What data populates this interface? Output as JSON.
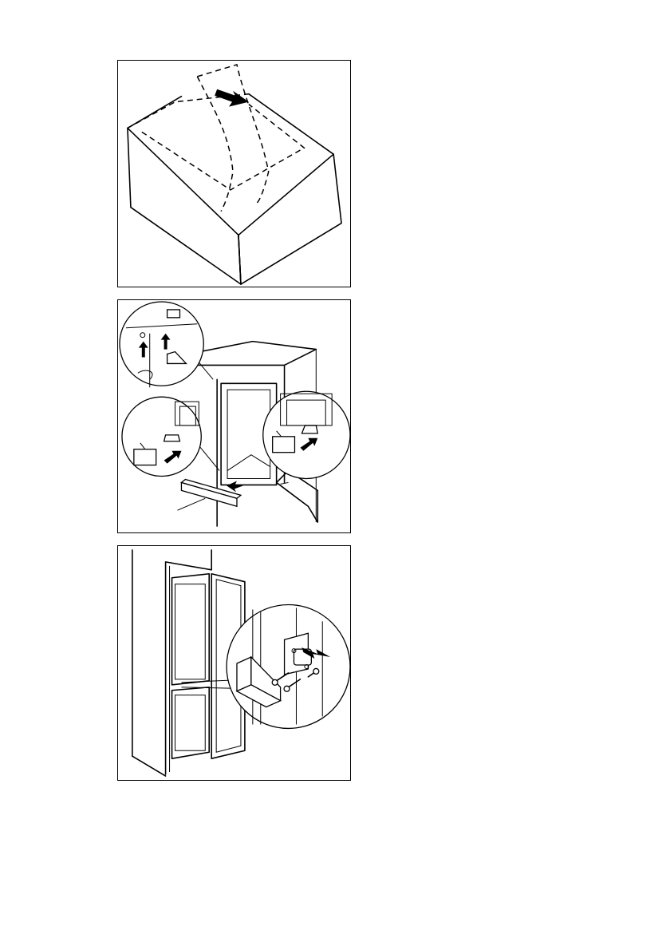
{
  "page": {
    "figures": [
      {
        "icon": "packaging-removal-illustration"
      },
      {
        "icon": "cover-cap-installation-illustration"
      },
      {
        "icon": "door-bracket-fixing-illustration"
      }
    ]
  }
}
